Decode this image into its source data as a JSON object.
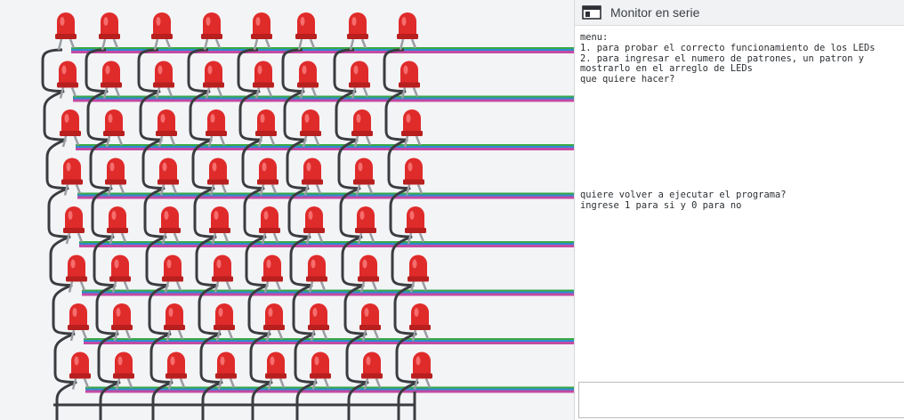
{
  "led_matrix": {
    "rows": 8,
    "columns": 8,
    "led_color": "#e02b2b",
    "wire_dark": "#3a3c40",
    "signal_wire_colors": [
      "#c44aa3",
      "#2e8cd4",
      "#39a845"
    ]
  },
  "monitor": {
    "title": "Monitor en serie",
    "icon": "serial-monitor-icon",
    "output_lines": [
      "menu:",
      "1. para probar el correcto funcionamiento de los LEDs",
      "2. para ingresar el numero de patrones, un patron y",
      "mostrarlo en el arreglo de LEDs",
      "que quiere hacer?",
      "",
      "",
      "",
      "",
      "",
      "",
      "",
      "",
      "",
      "",
      "quiere volver a ejecutar el programa?",
      "ingrese 1 para si y 0 para no"
    ],
    "input_value": ""
  }
}
